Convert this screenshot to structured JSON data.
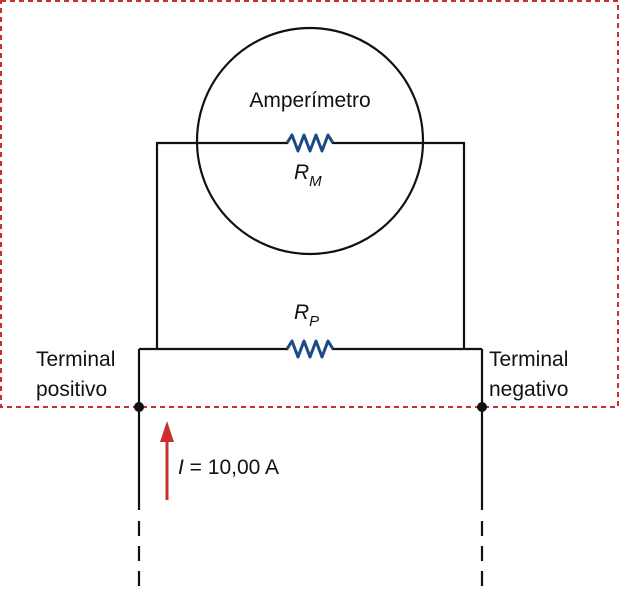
{
  "meter": {
    "label": "Amperímetro",
    "resistor_symbol": "R",
    "resistor_subscript": "M"
  },
  "shunt": {
    "resistor_symbol": "R",
    "resistor_subscript": "P"
  },
  "terminals": {
    "positive": [
      "Terminal",
      "positivo"
    ],
    "negative": [
      "Terminal",
      "negativo"
    ]
  },
  "current": {
    "symbol": "I",
    "equals": " = ",
    "value": "10,00 A"
  },
  "colors": {
    "boundary": "#c9302c",
    "resistor": "#1c4a82",
    "arrow": "#c9302c",
    "wire": "#111111"
  },
  "icons": {
    "current_arrow": "up-arrow-icon",
    "terminal_nodes": "dot-icon"
  }
}
